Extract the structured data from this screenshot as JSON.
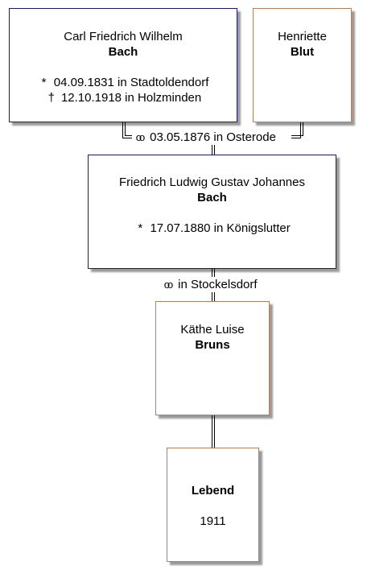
{
  "father": {
    "given_names": "Carl Friedrich Wilhelm",
    "surname": "Bach",
    "birth_symbol": "*",
    "birth": "04.09.1831 in Stadtoldendorf",
    "death_symbol": "†",
    "death": "12.10.1918 in Holzminden"
  },
  "mother": {
    "given_names": "Henriette",
    "surname": "Blut"
  },
  "parents_marriage": {
    "symbol": "oo",
    "text": "03.05.1876 in Osterode"
  },
  "subject": {
    "given_names": "Friedrich Ludwig Gustav Johannes",
    "surname": "Bach",
    "birth_symbol": "*",
    "birth": "17.07.1880 in Königslutter"
  },
  "subject_marriage": {
    "symbol": "oo",
    "text": "in Stockelsdorf"
  },
  "spouse": {
    "given_names": "Käthe Luise",
    "surname": "Bruns"
  },
  "child": {
    "name": "Lebend",
    "year": "1911"
  },
  "colors": {
    "male_border": "#1a1a6e",
    "female_border": "#b08060",
    "shadow": "#9a9a9a"
  }
}
